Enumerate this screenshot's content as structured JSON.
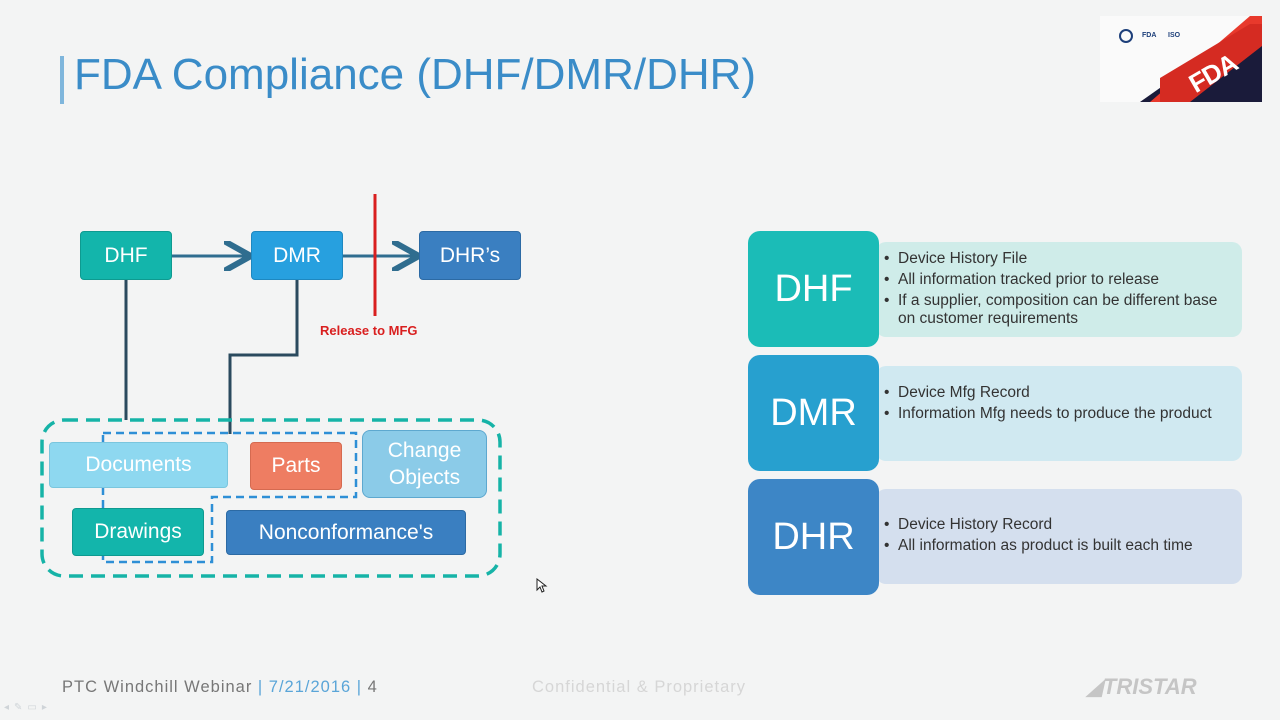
{
  "slide": {
    "title": "FDA Compliance (DHF/DMR/DHR)"
  },
  "logo": {
    "small_marks": [
      "FDA",
      "ISO"
    ],
    "big_mark": "FDA"
  },
  "diagram": {
    "flow": {
      "dhf": "DHF",
      "dmr": "DMR",
      "dhrs": "DHR’s"
    },
    "release_label": "Release to MFG",
    "objects": {
      "documents": "Documents",
      "parts": "Parts",
      "change_objects": "Change Objects",
      "drawings": "Drawings",
      "nonconformances": "Nonconformance's"
    }
  },
  "records": [
    {
      "label": "DHF",
      "color": "#1bbcb7",
      "desc_bg": "#cfece9",
      "bullets": [
        "Device History File",
        "All information tracked prior to release",
        "If a supplier, composition can be different base on customer requirements"
      ]
    },
    {
      "label": "DMR",
      "color": "#27a0cf",
      "desc_bg": "#d0e9f1",
      "bullets": [
        "Device Mfg Record",
        "Information Mfg needs to produce the product"
      ]
    },
    {
      "label": "DHR",
      "color": "#3d86c6",
      "desc_bg": "#d4dfee",
      "bullets": [
        "Device History Record",
        "All information as product is built each time"
      ]
    }
  ],
  "footer": {
    "event": "PTC Windchill Webinar",
    "date": "7/21/2016",
    "page": "4",
    "confidential": "Confidential & Proprietary",
    "brand": "TRISTAR"
  },
  "colors": {
    "title": "#3a8cc8",
    "teal": "#13b5ab",
    "blue": "#27a0df",
    "dark_blue": "#3a7fc1",
    "orange": "#ee7d62",
    "light_blue": "#8ed8f0",
    "release_line": "#d91f1f"
  }
}
